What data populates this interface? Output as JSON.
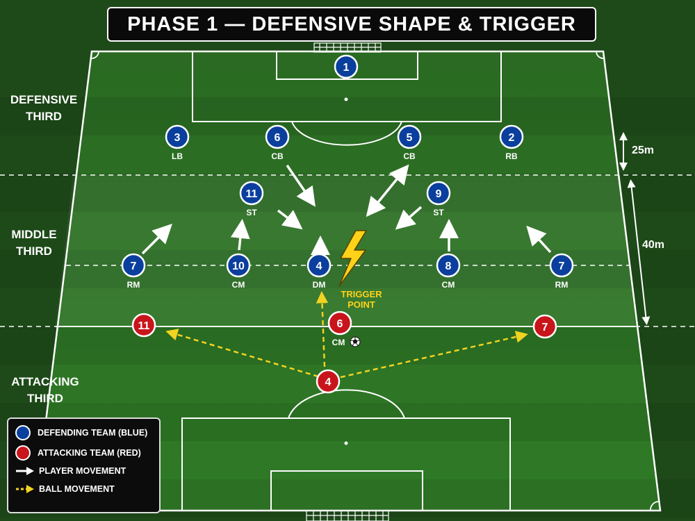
{
  "title": "PHASE 1 — DEFENSIVE SHAPE & TRIGGER",
  "zones": {
    "defensive": {
      "line1": "DEFENSIVE",
      "line2": "THIRD"
    },
    "middle": {
      "line1": "MIDDLE",
      "line2": "THIRD"
    },
    "attacking": {
      "line1": "ATTACKING",
      "line2": "THIRD"
    }
  },
  "distances": {
    "upper": "25m",
    "lower": "40m"
  },
  "trigger": {
    "line1": "TRIGGER",
    "line2": "POINT"
  },
  "colors": {
    "defending": "#0b3f9e",
    "attacking": "#c8141b",
    "ball_movement": "#f1d321",
    "player_movement": "#ffffff",
    "trigger": "#ffd21a"
  },
  "blue_players": [
    {
      "num": "1",
      "pos": ""
    },
    {
      "num": "3",
      "pos": "LB"
    },
    {
      "num": "6",
      "pos": "CB"
    },
    {
      "num": "5",
      "pos": "CB"
    },
    {
      "num": "2",
      "pos": "RB"
    },
    {
      "num": "11",
      "pos": "ST"
    },
    {
      "num": "9",
      "pos": "ST"
    },
    {
      "num": "7",
      "pos": "RM"
    },
    {
      "num": "10",
      "pos": "CM"
    },
    {
      "num": "4",
      "pos": "DM"
    },
    {
      "num": "8",
      "pos": "CM"
    },
    {
      "num": "7",
      "pos": "RM"
    }
  ],
  "red_players": [
    {
      "num": "11",
      "pos": ""
    },
    {
      "num": "6",
      "pos": "CM"
    },
    {
      "num": "7",
      "pos": ""
    },
    {
      "num": "4",
      "pos": ""
    }
  ],
  "ball_icon": "soccer-ball-icon",
  "trigger_icon": "lightning-bolt-icon",
  "legend": {
    "defending": "DEFENDING TEAM (BLUE)",
    "attacking": "ATTACKING TEAM (RED)",
    "player_movement": "PLAYER MOVEMENT",
    "ball_movement": "BALL MOVEMENT"
  }
}
